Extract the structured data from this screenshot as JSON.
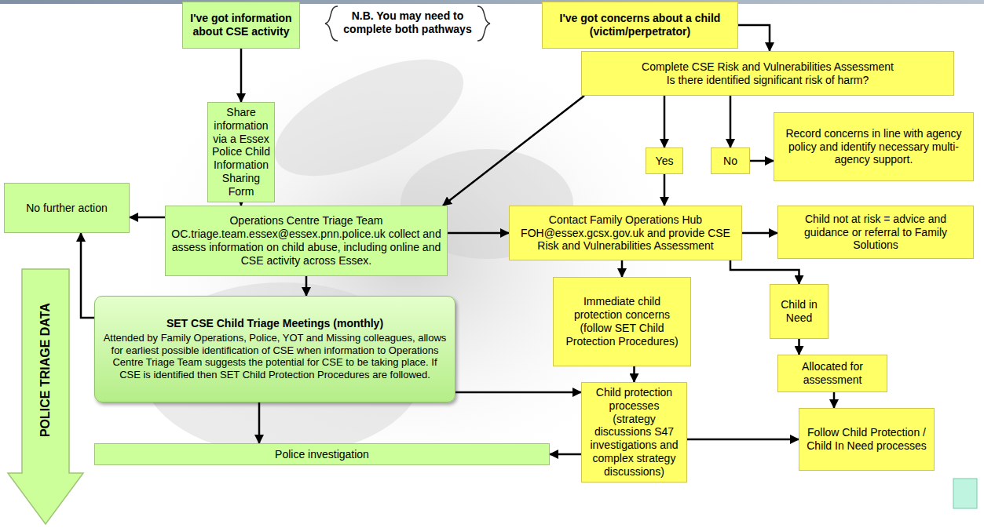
{
  "diagram": {
    "nodes": [
      {
        "text": [
          "I've got information about CSE activity"
        ]
      },
      {
        "text": [
          "I've got concerns about a child (victim/perpetrator)"
        ]
      },
      {
        "text": [
          "Complete CSE Risk and Vulnerabilities Assessment",
          "Is there identified significant risk of harm?"
        ]
      },
      {
        "text": [
          "Share information via a Essex Police Child Information Sharing Form"
        ]
      },
      {
        "text": [
          "Yes"
        ]
      },
      {
        "text": [
          "No"
        ]
      },
      {
        "text": [
          "Record concerns in line with agency policy and identify necessary multi-agency support."
        ]
      },
      {
        "text": [
          "No further action"
        ]
      },
      {
        "text": [
          "Operations Centre Triage Team OC.triage.team.essex@essex.pnn.police.uk collect and assess information on child abuse, including online and CSE activity across Essex."
        ]
      },
      {
        "text": [
          "Contact Family Operations Hub FOH@essex.gcsx.gov.uk and provide CSE Risk and Vulnerabilities Assessment"
        ]
      },
      {
        "text": [
          "Child not at risk = advice and guidance or referral to Family Solutions"
        ]
      },
      {
        "text": [
          "Immediate child protection concerns (follow SET Child Protection Procedures)"
        ]
      },
      {
        "text": [
          "Child in Need"
        ]
      },
      {
        "text": [
          "SET CSE Child Triage Meetings (monthly)",
          "Attended by Family Operations, Police, YOT and Missing colleagues, allows for earliest possible identification of CSE when information to Operations Centre Triage Team suggests the potential for CSE to be taking place. If CSE is identified then SET Child Protection Procedures are followed."
        ]
      },
      {
        "text": [
          "Allocated for assessment"
        ]
      },
      {
        "text": [
          "Child protection processes (strategy discussions S47 investigations and complex strategy discussions)"
        ]
      },
      {
        "text": [
          "Follow Child Protection / Child In Need processes"
        ]
      },
      {
        "text": [
          "Police investigation"
        ]
      }
    ],
    "edges": [
      {
        "from": 0,
        "to": 3,
        "arrow": "to"
      },
      {
        "from": 1,
        "to": 2,
        "arrow": "to"
      },
      {
        "from": 2,
        "to": 8,
        "arrow": "to"
      },
      {
        "from": 2,
        "to": 4,
        "arrow": "to"
      },
      {
        "from": 2,
        "to": 5,
        "arrow": "to"
      },
      {
        "from": 5,
        "to": 6,
        "arrow": "to"
      },
      {
        "from": 4,
        "to": 9,
        "arrow": "to"
      },
      {
        "from": 3,
        "to": 8,
        "arrow": "to"
      },
      {
        "from": 8,
        "to": 7,
        "arrow": "to"
      },
      {
        "from": 8,
        "to": 9,
        "arrow": "to"
      },
      {
        "from": 8,
        "to": 13,
        "arrow": "to"
      },
      {
        "from": 13,
        "to": 7,
        "arrow": "to"
      },
      {
        "from": 9,
        "to": 10,
        "arrow": "to"
      },
      {
        "from": 9,
        "to": 11,
        "arrow": "to"
      },
      {
        "from": 9,
        "to": 12,
        "arrow": "to"
      },
      {
        "from": 12,
        "to": 14,
        "arrow": "to"
      },
      {
        "from": 11,
        "to": 15,
        "arrow": "to"
      },
      {
        "from": 13,
        "to": 15,
        "arrow": "to"
      },
      {
        "from": 15,
        "to": 17,
        "arrow": "to"
      },
      {
        "from": 15,
        "to": 16,
        "arrow": "to"
      },
      {
        "from": 14,
        "to": 16,
        "arrow": "to"
      },
      {
        "from": 13,
        "to": 17,
        "arrow": "to"
      }
    ],
    "labels": [
      "N.B. You may need to complete both pathways",
      "POLICE TRIAGE DATA"
    ]
  }
}
